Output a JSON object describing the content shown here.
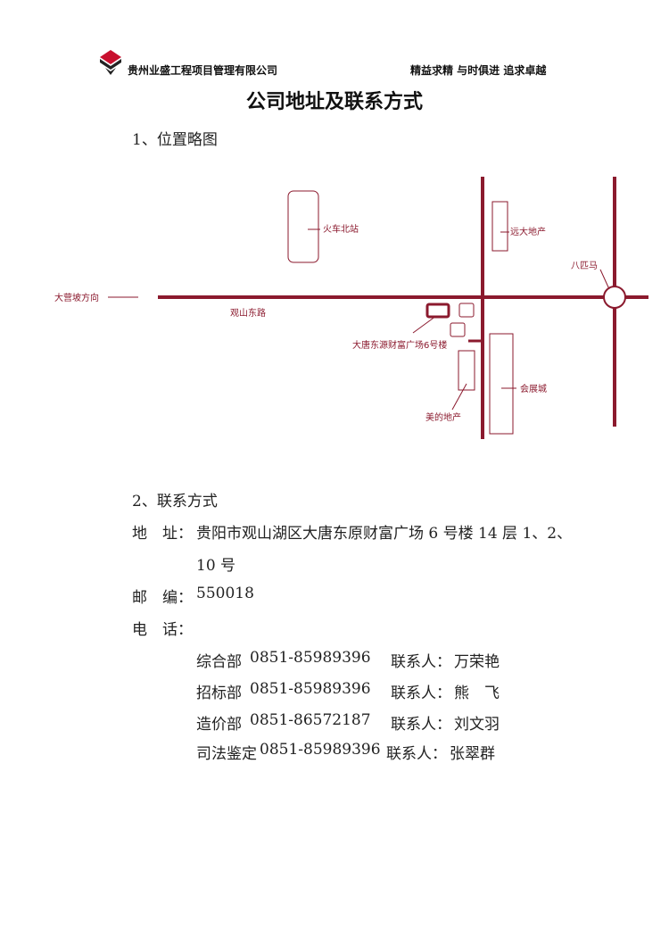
{
  "header": {
    "company": "贵州业盛工程项目管理有限公司",
    "slogan": "精益求精 与时俱进 追求卓越"
  },
  "title": "公司地址及联系方式",
  "section1": {
    "heading": "1、位置略图"
  },
  "map": {
    "labels": {
      "train_north": "火车北站",
      "yuanda": "远大地产",
      "bapima": "八匹马",
      "daying": "大营坡方向",
      "guanshan": "观山东路",
      "datang": "大唐东源财富广场6号楼",
      "expo": "会展城",
      "midea": "美的地产"
    },
    "colors": {
      "road": "#8b1a2e"
    }
  },
  "section2": {
    "heading": "2、联系方式"
  },
  "contact": {
    "address_label": "地　址：",
    "address_line1": "贵阳市观山湖区大唐东原财富广场 6 号楼 14 层 1、2、",
    "address_line2": "10 号",
    "postcode_label": "邮　编：",
    "postcode": "550018",
    "phone_label": "电　话：",
    "phones": [
      {
        "dept": "综合部",
        "number": "0851-85989396",
        "person_label": "联系人：",
        "person": "万荣艳"
      },
      {
        "dept": "招标部",
        "number": "0851-85989396",
        "person_label": "联系人：",
        "person": "熊　飞"
      },
      {
        "dept": "造价部",
        "number": "0851-86572187",
        "person_label": "联系人：",
        "person": "刘文羽"
      },
      {
        "dept": "司法鉴定",
        "number": "0851-85989396",
        "person_label": "联系人：",
        "person": "张翠群"
      }
    ]
  }
}
